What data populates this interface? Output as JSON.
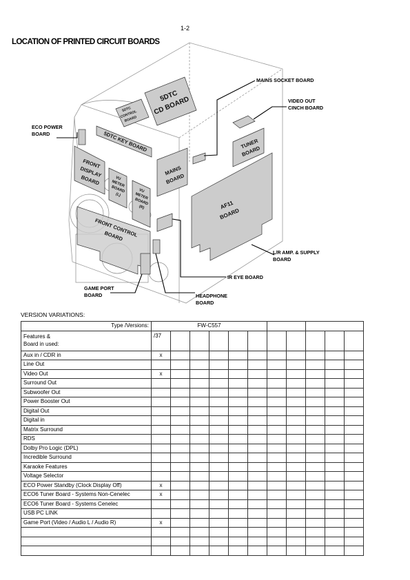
{
  "page_number": "1-2",
  "title": "LOCATION OF PRINTED CIRCUIT BOARDS",
  "diagram": {
    "callouts": {
      "mains_socket": "MAINS SOCKET BOARD",
      "video_out_1": "VIDEO OUT",
      "video_out_2": "CINCH BOARD",
      "eco_power_1": "ECO POWER",
      "eco_power_2": "BOARD",
      "lr_amp_1": "L/R AMP. & SUPPLY",
      "lr_amp_2": "BOARD",
      "ir_eye": "IR EYE BOARD",
      "game_port_1": "GAME PORT",
      "game_port_2": "BOARD",
      "headphone_1": "HEADPHONE",
      "headphone_2": "BOARD"
    },
    "board_labels": {
      "cd_1": "5DTC",
      "cd_2": "CD BOARD",
      "control_1": "5DTC",
      "control_2": "CONTROL",
      "control_3": "BOARD",
      "key": "5DTC KEY BOARD",
      "front_display_1": "FRONT",
      "front_display_2": "DISPLAY",
      "front_display_3": "BOARD",
      "vu_1": "VU",
      "vu_2": "METER",
      "vu_3": "BOARD",
      "vu_l": "(L)",
      "vu_r": "(R)",
      "mains_1": "MAINS",
      "mains_2": "BOARD",
      "tuner_1": "TUNER",
      "tuner_2": "BOARD",
      "af11_1": "AF11",
      "af11_2": "BOARD",
      "front_control_1": "FRONT CONTROL",
      "front_control_2": "BOARD"
    }
  },
  "version_variations": {
    "heading": "VERSION VARIATIONS:",
    "type_versions_label": "Type /Versions:",
    "model": "FW-C557",
    "features_label_1": "Features &",
    "features_label_2": "Board in used:",
    "version_code": "/37",
    "rows": [
      {
        "feature": "Aux in / CDR in",
        "mark": "x"
      },
      {
        "feature": "Line Out",
        "mark": ""
      },
      {
        "feature": "Video Out",
        "mark": "x"
      },
      {
        "feature": "Surround Out",
        "mark": ""
      },
      {
        "feature": "Subwoofer Out",
        "mark": ""
      },
      {
        "feature": "Power Booster Out",
        "mark": ""
      },
      {
        "feature": "Digital Out",
        "mark": ""
      },
      {
        "feature": "Digital in",
        "mark": ""
      },
      {
        "feature": "Matrix Surround",
        "mark": ""
      },
      {
        "feature": "RDS",
        "mark": ""
      },
      {
        "feature": "Dolby Pro Logic (DPL)",
        "mark": ""
      },
      {
        "feature": "Incredible Surround",
        "mark": ""
      },
      {
        "feature": "Karaoke Features",
        "mark": ""
      },
      {
        "feature": "Voltage Selector",
        "mark": ""
      },
      {
        "feature": "ECO Power Standby (Clock Display Off)",
        "mark": "x"
      },
      {
        "feature": "ECO6 Tuner Board - Systems Non-Cenelec",
        "mark": "x"
      },
      {
        "feature": "ECO6 Tuner Board - Systems Cenelec",
        "mark": ""
      },
      {
        "feature": "USB PC LINK",
        "mark": ""
      },
      {
        "feature": "Game Port (Video / Audio L / Audio R)",
        "mark": "x"
      },
      {
        "feature": "",
        "mark": ""
      },
      {
        "feature": "",
        "mark": ""
      },
      {
        "feature": "",
        "mark": ""
      }
    ]
  }
}
